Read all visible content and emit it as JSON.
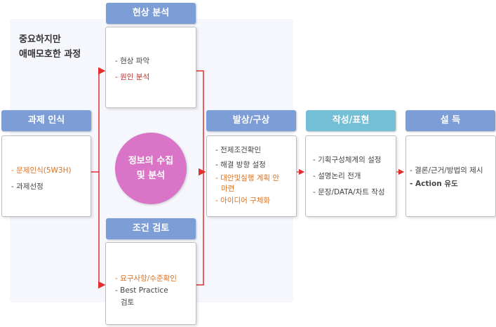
{
  "note": {
    "line1": "중요하지만",
    "line2": "애매모호한 과정"
  },
  "stages": {
    "problem": {
      "title": "과제 인식",
      "items": [
        "- 문제인식(5W3H)",
        "- 과제선정"
      ]
    },
    "analysis": {
      "title": "현상 분석",
      "items": [
        "- 현상 파악",
        "- 원인 분석"
      ]
    },
    "conditions": {
      "title": "조건 검토",
      "items": [
        "- 요구사항/수준확인",
        "- Best Practice",
        "검토"
      ]
    },
    "ideation": {
      "title": "발상/구상",
      "items": [
        "- 전제조건확인",
        "- 해결 방향 설정",
        "- 대안및실행 계획 안",
        "마련",
        "- 아이디어 구체화"
      ]
    },
    "writing": {
      "title": "작성/표현",
      "items": [
        "- 기획구성체계의 설정",
        "- 설명논리 전개",
        "- 문장/DATA/차트 작성"
      ]
    },
    "persuasion": {
      "title": "설 득",
      "items": [
        "- 결론/근거/방법의 제시",
        "- Action 유도"
      ]
    }
  },
  "center": {
    "line1": "정보의 수집",
    "line2": "및 분석"
  },
  "colors": {
    "header_blue": "#7c9dd6",
    "header_teal": "#74bfd6",
    "circle_pink": "#da74c6",
    "arrow_red": "#e03030",
    "text_orange": "#e0701c",
    "text_red": "#c0312b"
  }
}
